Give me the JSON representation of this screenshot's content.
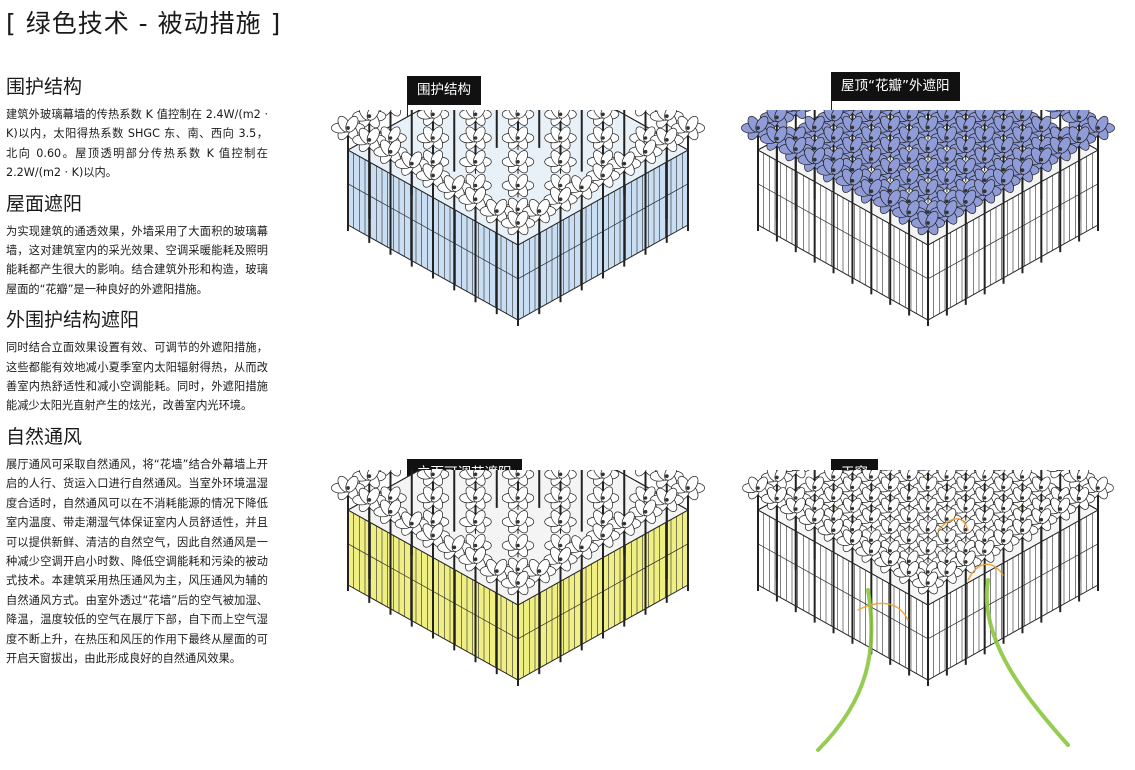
{
  "page_title": "[ 绿色技术 - 被动措施 ]",
  "sections": [
    {
      "heading": "围护结构",
      "body": "建筑外玻璃幕墙的传热系数 K 值控制在 2.4W/(m2 · K)以内，太阳得热系数 SHGC 东、南、西向 3.5，北向 0.60。屋顶透明部分传热系数 K 值控制在 2.2W/(m2 · K)以内。"
    },
    {
      "heading": "屋面遮阳",
      "body": "为实现建筑的通透效果，外墙采用了大面积的玻璃幕墙，这对建筑室内的采光效果、空调采暖能耗及照明能耗都产生很大的影响。结合建筑外形和构造，玻璃屋面的“花瓣”是一种良好的外遮阳措施。"
    },
    {
      "heading": "外围护结构遮阳",
      "body": "同时结合立面效果设置有效、可调节的外遮阳措施，这些都能有效地减小夏季室内太阳辐射得热，从而改善室内热舒适性和减小空调能耗。同时，外遮阳措施能减少太阳光直射产生的炫光，改善室内光环境。"
    },
    {
      "heading": "自然通风",
      "body": "展厅通风可采取自然通风，将“花墙”结合外幕墙上开启的人行、货运入口进行自然通风。当室外环境温湿度合适时，自然通风可以在不消耗能源的情况下降低室内温度、带走潮湿气体保证室内人员舒适性，并且可以提供新鲜、清洁的自然空气，因此自然通风是一种减少空调开启小时数、降低空调能耗和污染的被动式技术。本建筑采用热压通风为主，风压通风为辅的自然通风方式。由室外透过“花墙”后的空气被加湿、降温，温度较低的空气在展厅下部，自下而上空气湿度不断上升，在热压和风压的作用下最终从屋面的可开启天窗拔出，由此形成良好的自然通风效果。"
    }
  ],
  "diagrams": [
    {
      "label": "围护结构",
      "highlight_color": "#c9def2"
    },
    {
      "label": "屋顶“花瓣”外遮阳",
      "highlight_color": "#8f9cd8"
    },
    {
      "label": "立面可调节遮阳",
      "highlight_color": "#f0ef84"
    },
    {
      "label": "天窗",
      "highlight_color": "#a6d66b"
    }
  ],
  "colors": {
    "label_bg": "#111111",
    "label_text": "#ffffff",
    "line": "#222222"
  }
}
